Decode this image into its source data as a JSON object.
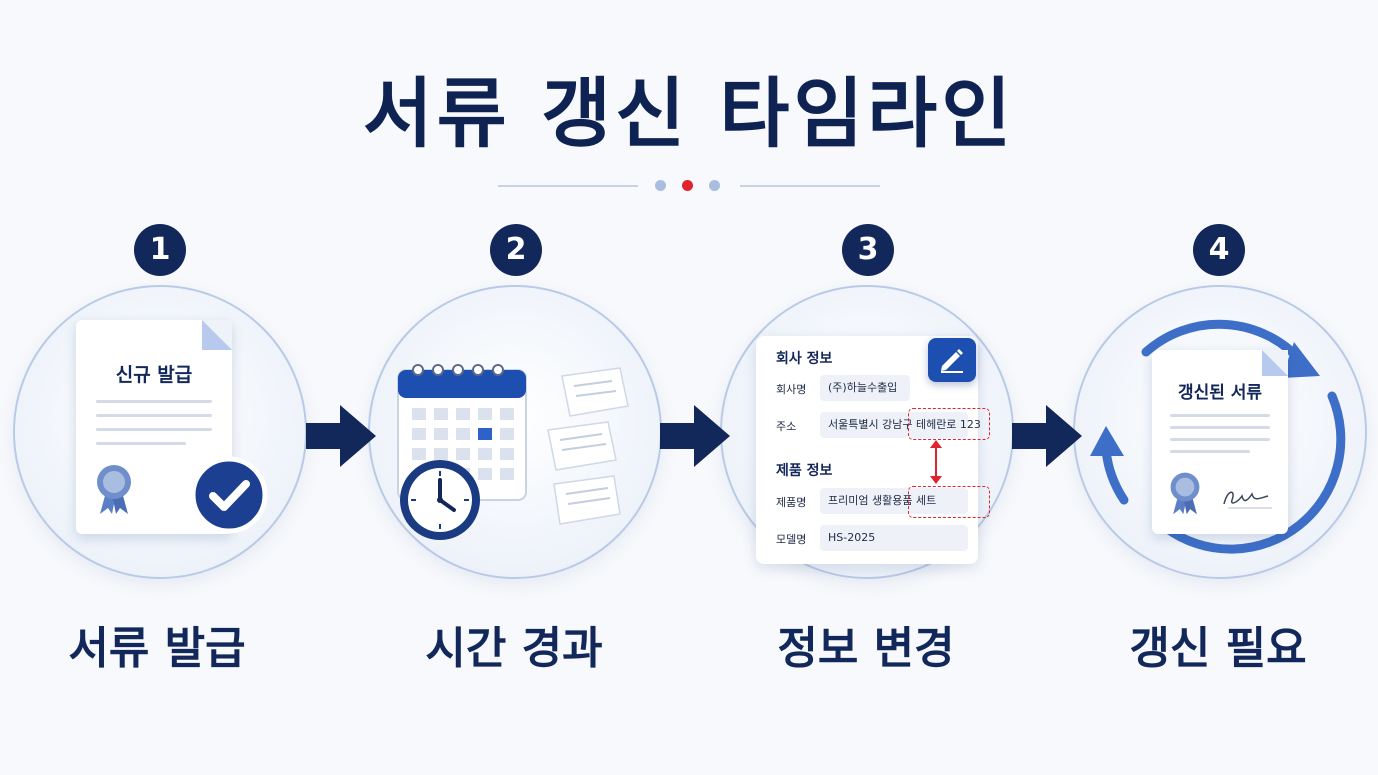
{
  "title": "서류 갱신 타임라인",
  "steps": [
    {
      "number": "1",
      "label": "서류 발급",
      "card_title": "신규 발급"
    },
    {
      "number": "2",
      "label": "시간 경과"
    },
    {
      "number": "3",
      "label": "정보 변경"
    },
    {
      "number": "4",
      "label": "갱신 필요",
      "card_title": "갱신된 서류"
    }
  ],
  "form": {
    "company_section": "회사 정보",
    "company_name_label": "회사명",
    "company_name_value": "(주)하늘수출입",
    "address_label": "주소",
    "address_value": "서울특별시 강남구 테헤란로 123",
    "product_section": "제품 정보",
    "product_name_label": "제품명",
    "product_name_value": "프리미엄 생활용품 세트",
    "model_label": "모델명",
    "model_value": "HS-2025"
  },
  "colors": {
    "navy": "#13285a",
    "accent_blue": "#1d4fb0",
    "highlight_red": "#e0232f",
    "circle_border": "#b9cae6"
  },
  "icons": [
    "check-icon",
    "ribbon-seal-icon",
    "calendar-icon",
    "clock-icon",
    "flying-papers-icon",
    "pencil-edit-icon",
    "refresh-cycle-icon",
    "signature-icon",
    "right-arrow-icon"
  ]
}
